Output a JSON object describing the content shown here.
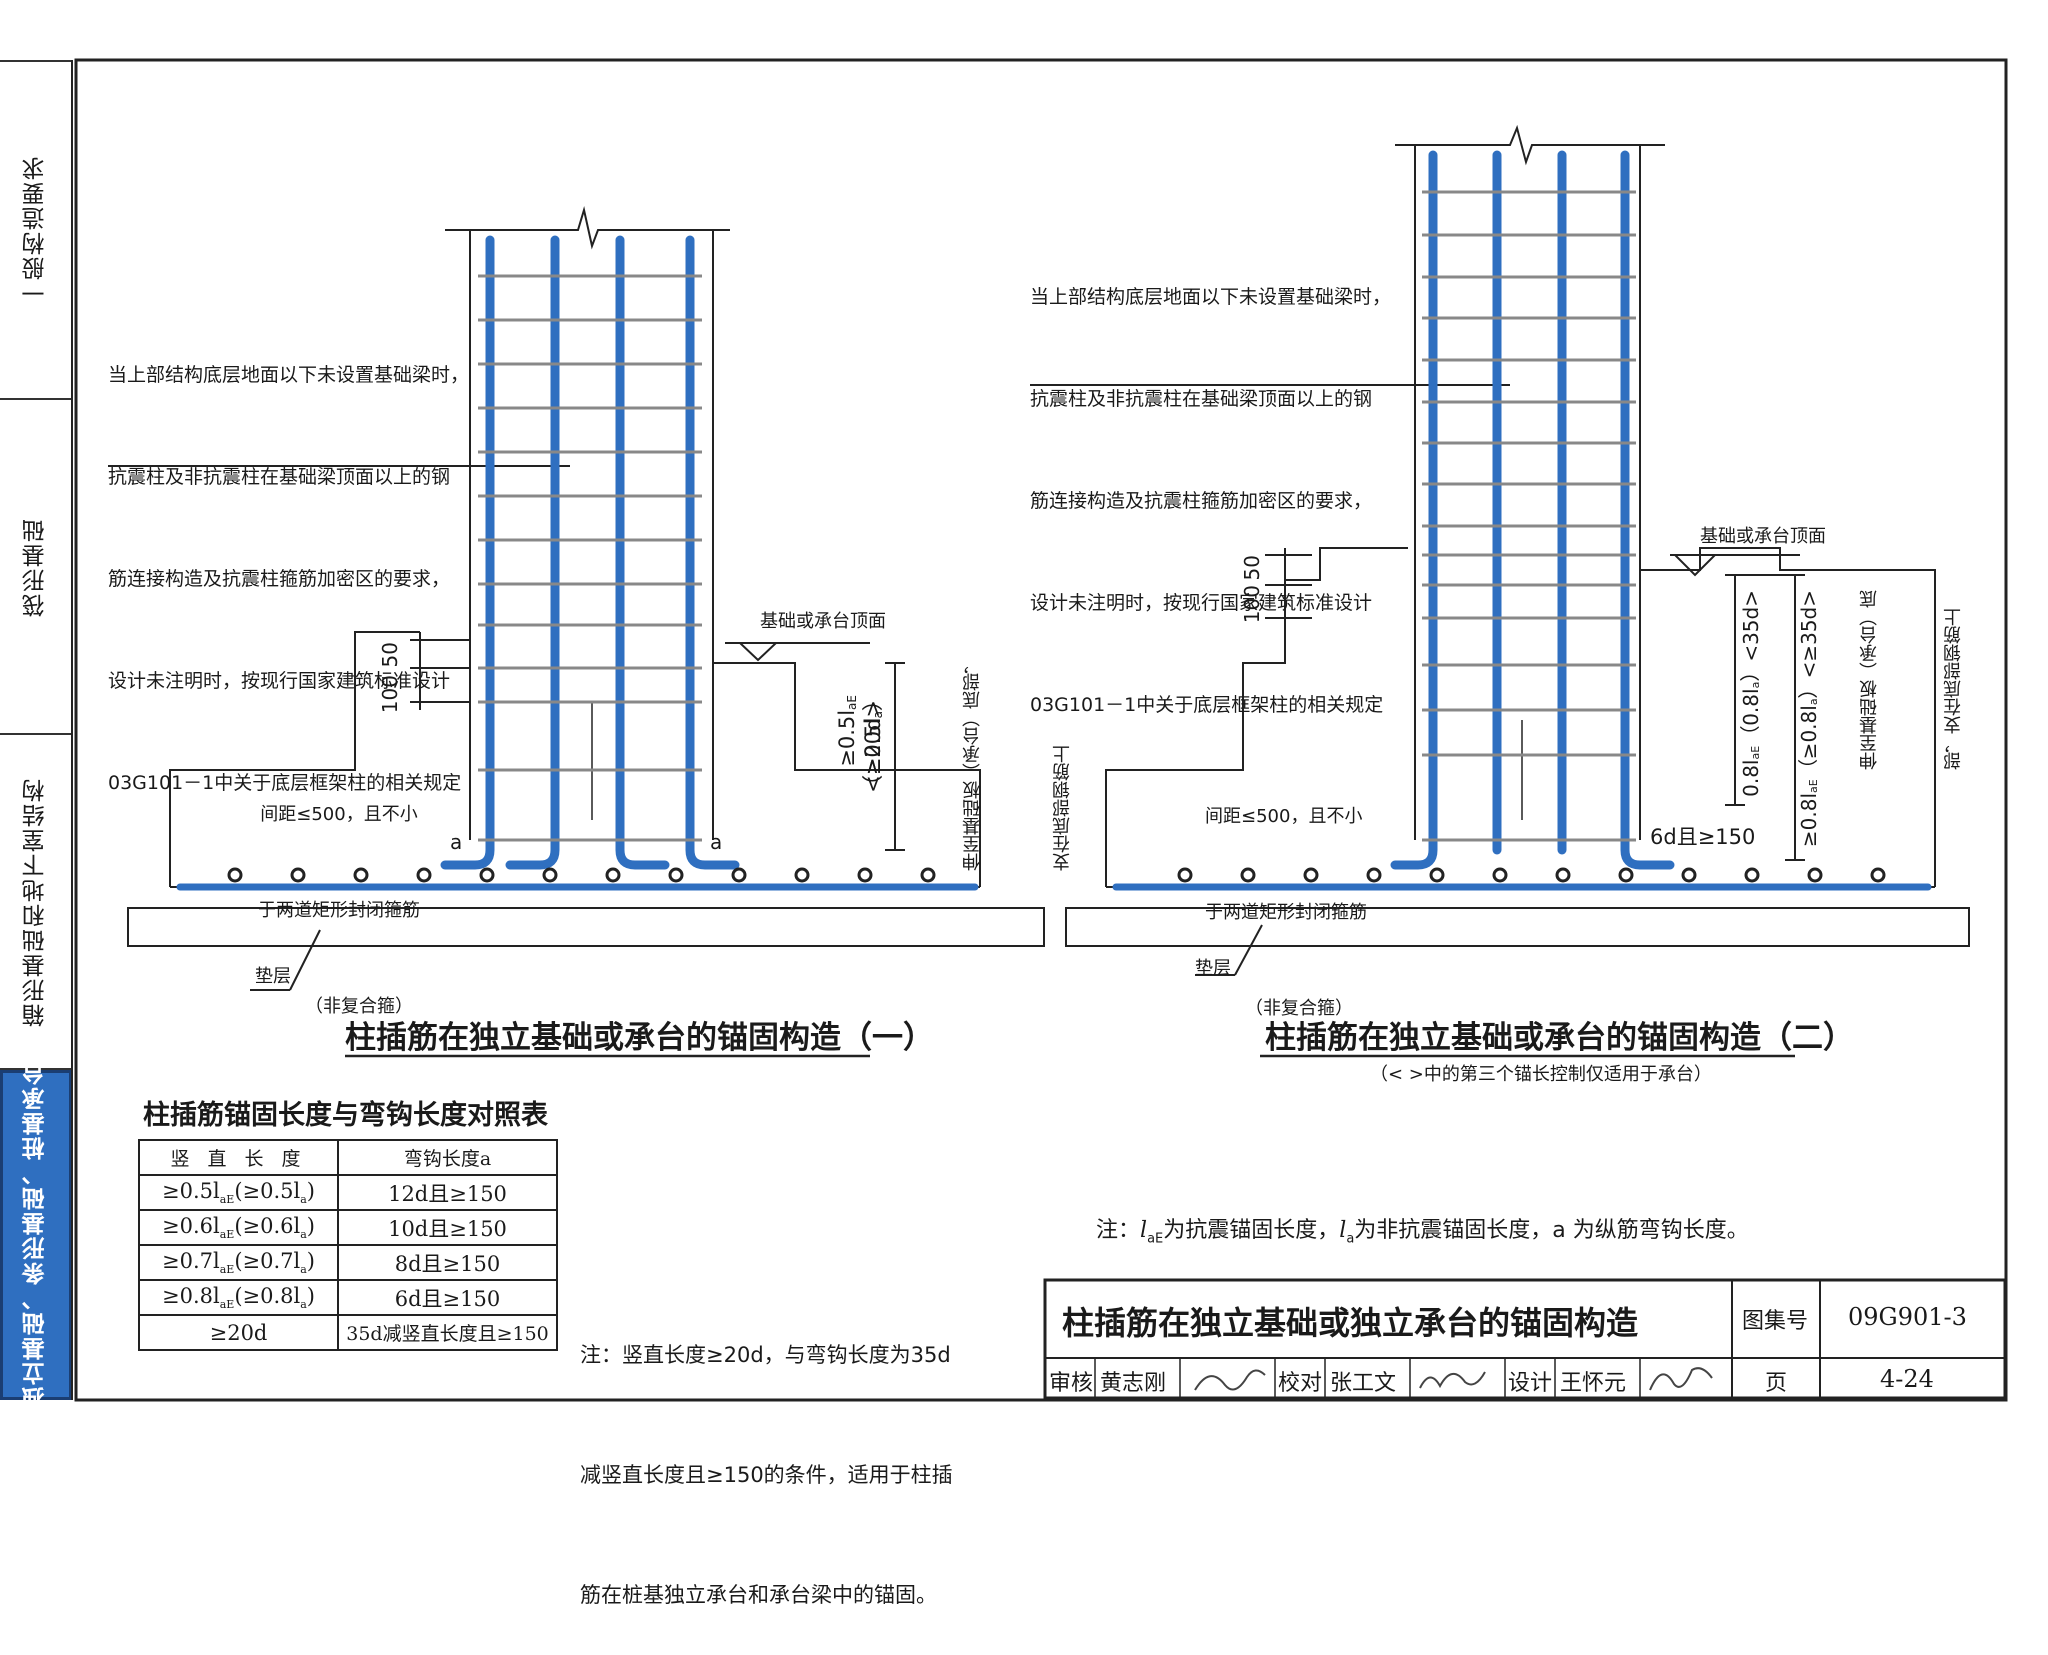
{
  "sidebar": {
    "items": [
      {
        "label": "一般构造要求",
        "active": false
      },
      {
        "label": "筏形基础",
        "active": false
      },
      {
        "label": "箱形基础和地下室结构",
        "active": false
      },
      {
        "label": "独立基础、条形基础、桩基承台",
        "active": true
      }
    ]
  },
  "figure1": {
    "note_lines": [
      "当上部结构底层地面以下未设置基础梁时，",
      "抗震柱及非抗震柱在基础梁顶面以上的钢",
      "筋连接构造及抗震柱箍筋加密区的要求，",
      "设计未注明时，按现行国家建筑标准设计",
      "03G101－1中关于底层框架柱的相关规定"
    ],
    "top_label": "基础或承台顶面",
    "dim_1005": "100",
    "dim_50": "50",
    "spacing_lines": [
      "间距≤500，且不小",
      "于两道矩形封闭箍筋",
      "（非复合箍）"
    ],
    "hook_a": "a",
    "anchor_lines": [
      "≥0.5l",
      "aE",
      "（≥0.5l",
      "a",
      "）",
      "<≥20d>"
    ],
    "anchor_desc": [
      "伸至基础板（承台）底部，",
      "支在底部钢筋上"
    ],
    "pad": "垫层",
    "title": "柱插筋在独立基础或承台的锚固构造（一）"
  },
  "figure2": {
    "note_lines": [
      "当上部结构底层地面以下未设置基础梁时，",
      "抗震柱及非抗震柱在基础梁顶面以上的钢",
      "筋连接构造及抗震柱箍筋加密区的要求，",
      "设计未注明时，按现行国家建筑标准设计",
      "03G101－1中关于底层框架柱的相关规定"
    ],
    "top_label": "基础或承台顶面",
    "dim_100": "100",
    "dim_50": "50",
    "spacing_lines": [
      "间距≤500，且不小",
      "于两道矩形封闭箍筋",
      "（非复合箍）"
    ],
    "hook_label": "6d且≥150",
    "anchor_a": "0.8l",
    "anchor_b": "aE",
    "anchor_c": "（0.8l",
    "anchor_d": "a",
    "anchor_e": "）<35d>",
    "anchor2_a": "≥0.8l",
    "anchor2_c": "（≥0.8l",
    "anchor2_e": "）<≥35d>",
    "anchor_desc": [
      "伸至基础板（承台）底",
      "部，支在底部钢筋上"
    ],
    "pad": "垫层",
    "title": "柱插筋在独立基础或承台的锚固构造（二）",
    "subtitle": "（< >中的第三个锚长控制仅适用于承台）"
  },
  "table": {
    "title": "柱插筋锚固长度与弯钩长度对照表",
    "headers": [
      "竖 直 长 度",
      "弯钩长度a"
    ],
    "rows": [
      [
        "≥0.5l",
        "aE",
        "(≥0.5l",
        "a",
        ")",
        "12d且≥150"
      ],
      [
        "≥0.6l",
        "aE",
        "(≥0.6l",
        "a",
        ")",
        "10d且≥150"
      ],
      [
        "≥0.7l",
        "aE",
        "(≥0.7l",
        "a",
        ")",
        "8d且≥150"
      ],
      [
        "≥0.8l",
        "aE",
        "(≥0.8l",
        "a",
        ")",
        "6d且≥150"
      ]
    ],
    "last_row": [
      "≥20d",
      "35d减竖直长度且≥150"
    ]
  },
  "note_table": [
    "注：竖直长度≥20d，与弯钩长度为35d",
    "减竖直长度且≥150的条件，适用于柱插",
    "筋在桩基独立承台和承台梁中的锚固。"
  ],
  "note_main": {
    "prefix": "注：",
    "l1": "l",
    "l1sub": "aE",
    "t1": "为抗震锚固长度，",
    "l2": "l",
    "l2sub": "a",
    "t2": "为非抗震锚固长度，",
    "t3": "a 为纵筋弯钩长度。"
  },
  "title_block": {
    "title": "柱插筋在独立基础或独立承台的锚固构造",
    "atlas_label": "图集号",
    "atlas_no": "09G901-3",
    "review_label": "审核",
    "reviewer": "黄志刚",
    "check_label": "校对",
    "checker": "张工文",
    "design_label": "设计",
    "designer": "王怀元",
    "page_label": "页",
    "page_no": "4-24"
  },
  "colors": {
    "rebar": "#2f6fc0",
    "line": "#222222",
    "tab_active": "#2f6fc0"
  }
}
